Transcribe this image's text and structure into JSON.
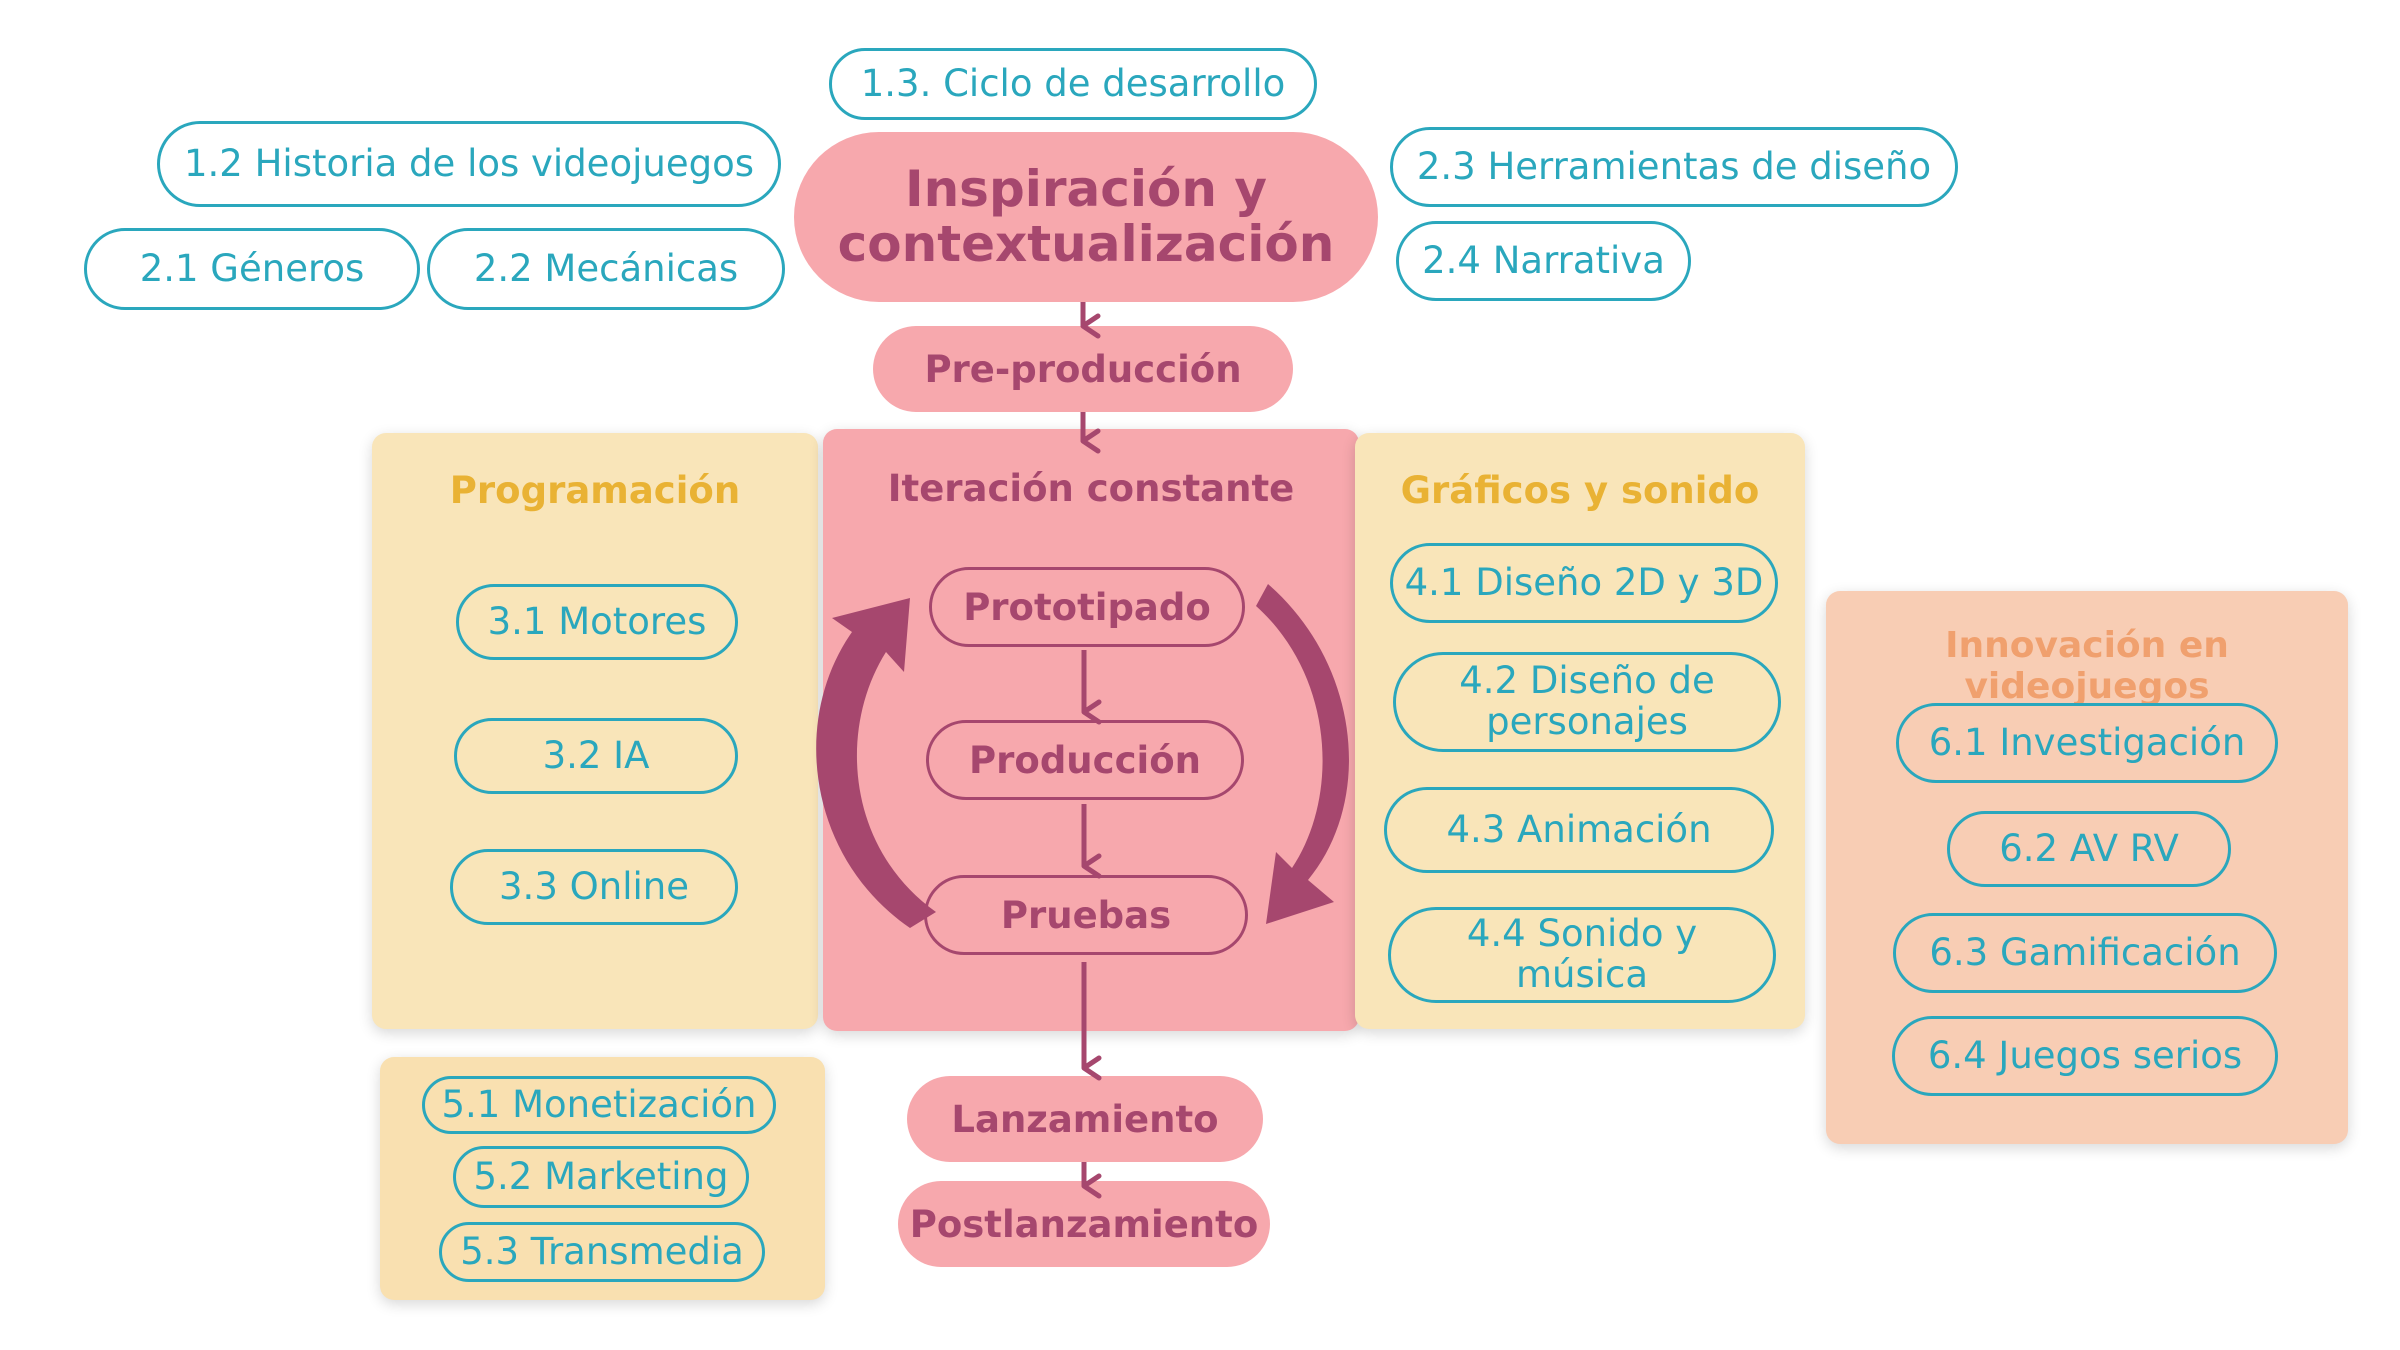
{
  "top": {
    "ciclo": "1.3. Ciclo de desarrollo",
    "historia": "1.2 Historia de los videojuegos",
    "generos": "2.1 Géneros",
    "mecanicas": "2.2 Mecánicas",
    "herramientas": "2.3 Herramientas de diseño",
    "narrativa": "2.4 Narrativa",
    "inspiracion_line1": "Inspiración y",
    "inspiracion_line2": "contextualización"
  },
  "flow": {
    "preproduccion": "Pre-producción",
    "lanzamiento": "Lanzamiento",
    "postlanzamiento": "Postlanzamiento"
  },
  "programacion": {
    "title": "Programación",
    "items": [
      "3.1 Motores",
      "3.2 IA",
      "3.3 Online"
    ]
  },
  "iteracion": {
    "title": "Iteración constante",
    "items": [
      "Prototipado",
      "Producción",
      "Pruebas"
    ]
  },
  "graficos": {
    "title": "Gráficos y sonido",
    "items": [
      "4.1 Diseño 2D y 3D",
      "4.2 Diseño de personajes",
      "4.3 Animación",
      "4.4 Sonido y música"
    ]
  },
  "negocio": {
    "items": [
      "5.1 Monetización",
      "5.2 Marketing",
      "5.3 Transmedia"
    ]
  },
  "innovacion": {
    "title": "Innovación en videojuegos",
    "items": [
      "6.1 Investigación",
      "6.2 AV RV",
      "6.3 Gamificación",
      "6.4 Juegos serios"
    ]
  },
  "colors": {
    "teal": "#2aa7bd",
    "pink": "#f7a8ad",
    "plum": "#a6476e",
    "yellow_bg": "#f9e5b9",
    "yellow_title": "#e9b234",
    "orange_bg": "#f8cdb4",
    "orange_title": "#f0a06e"
  }
}
